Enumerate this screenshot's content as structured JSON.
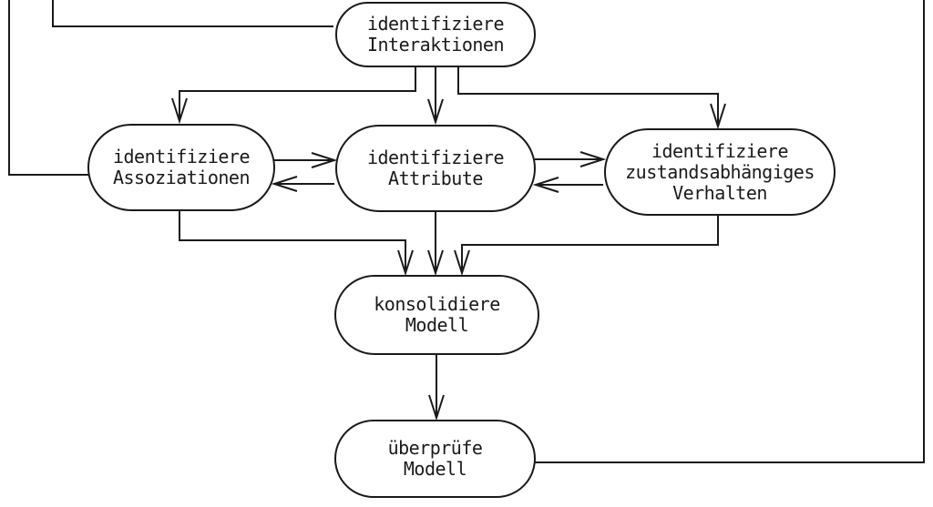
{
  "diagram": {
    "type": "flowchart",
    "language": "de",
    "colors": {
      "background": "#ffffff",
      "line": "#1a1a1a",
      "text": "#1a1a1a",
      "node_fill": "#ffffff"
    },
    "nodes": {
      "interaktionen": {
        "label": "identifiziere\nInteraktionen"
      },
      "assoziationen": {
        "label": "identifiziere\nAssoziationen"
      },
      "attribute": {
        "label": "identifiziere\nAttribute"
      },
      "verhalten": {
        "label": "identifiziere\nzustandsabhängiges\nVerhalten"
      },
      "konsolidiere": {
        "label": "konsolidiere\nModell"
      },
      "ueberpruefe": {
        "label": "überprüfe\nModell"
      }
    },
    "edges": [
      {
        "from": "offscreen-top",
        "to": "interaktionen",
        "arrowhead": false
      },
      {
        "from": "offscreen-top",
        "to": "assoziationen",
        "arrowhead": false
      },
      {
        "from": "interaktionen",
        "to": "assoziationen",
        "arrowhead": true
      },
      {
        "from": "interaktionen",
        "to": "attribute",
        "arrowhead": true
      },
      {
        "from": "interaktionen",
        "to": "verhalten",
        "arrowhead": true
      },
      {
        "from": "assoziationen",
        "to": "attribute",
        "arrowhead": true
      },
      {
        "from": "attribute",
        "to": "assoziationen",
        "arrowhead": true
      },
      {
        "from": "attribute",
        "to": "verhalten",
        "arrowhead": true
      },
      {
        "from": "verhalten",
        "to": "attribute",
        "arrowhead": true
      },
      {
        "from": "assoziationen",
        "to": "konsolidiere",
        "arrowhead": true
      },
      {
        "from": "attribute",
        "to": "konsolidiere",
        "arrowhead": true
      },
      {
        "from": "verhalten",
        "to": "konsolidiere",
        "arrowhead": true
      },
      {
        "from": "konsolidiere",
        "to": "ueberpruefe",
        "arrowhead": true
      },
      {
        "from": "ueberpruefe",
        "to": "offscreen-top",
        "arrowhead": false
      }
    ]
  }
}
